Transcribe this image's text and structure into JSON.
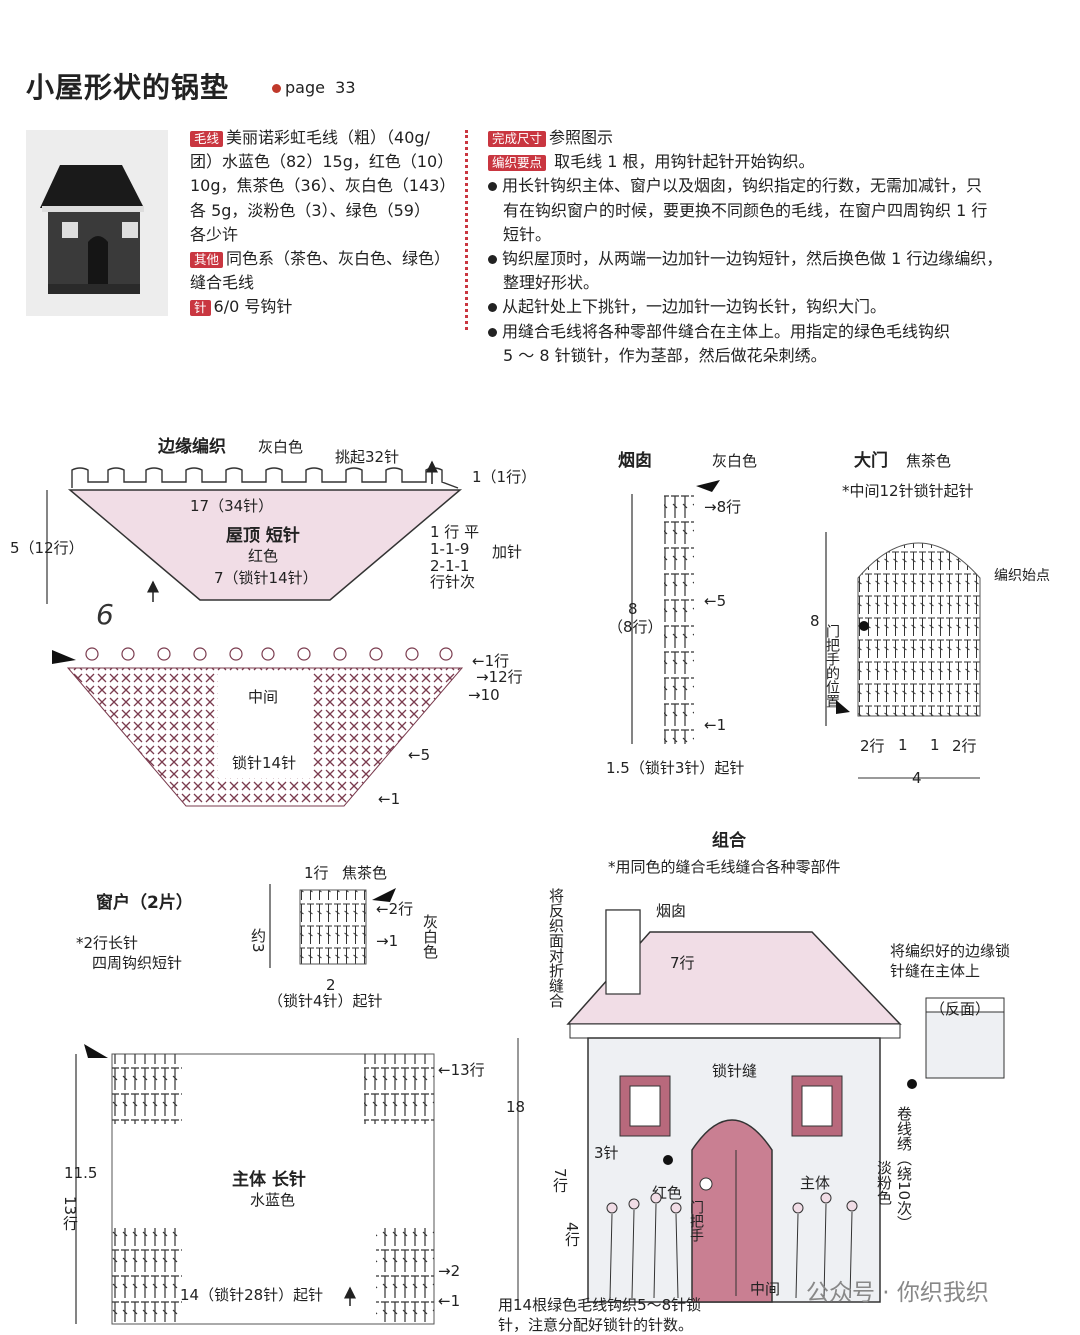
{
  "header": {
    "title": "小屋形状的锅垫",
    "page_label": "page",
    "page_number": "33"
  },
  "materials": {
    "yarn_tag": "毛线",
    "yarn_lines": [
      "美丽诺彩虹毛线（粗）（40g/",
      "团）水蓝色（82）15g，红色（10）",
      "10g，焦茶色（36）、灰白色（143）",
      "各 5g，淡粉色（3）、绿色（59）",
      "各少许"
    ],
    "other_tag": "其他",
    "other_lines": [
      "同色系（茶色、灰白色、绿色）",
      "缝合毛线"
    ],
    "hook_tag": "针",
    "hook_text": "6/0 号钩针"
  },
  "instructions": {
    "size_tag": "完成尺寸",
    "size_text": "参照图示",
    "points_tag": "编织要点",
    "points_text": "取毛线 1 根，用钩针起针开始钩织。",
    "bullets": [
      [
        "用长针钩织主体、窗户以及烟囱，钩织指定的行数，无需加减针，只",
        "有在钩织窗户的时候，要更换不同颜色的毛线，在窗户四周钩织 1 行",
        "短针。"
      ],
      [
        "钩织屋顶时，从两端一边加针一边钩短针，然后换色做 1 行边缘编织，",
        "整理好形状。"
      ],
      [
        "从起针处上下挑针，一边加针一边钩长针，钩织大门。"
      ],
      [
        "用缝合毛线将各种零部件缝合在主体上。用指定的绿色毛线钩织",
        "5 ～ 8 针锁针，作为茎部，然后做花朵刺绣。"
      ]
    ]
  },
  "roof": {
    "edge_title": "边缘编织",
    "edge_color": "灰白色",
    "pickup": "挑起32针",
    "row1": "1（1行）",
    "count17": "17（34针）",
    "name": "屋顶 短针",
    "color": "红色",
    "base": "7（锁针14针）",
    "height": "5（12行）",
    "inc": [
      "1 行 平",
      "1-1-9",
      "2-1-1"
    ],
    "inc_label": "加针",
    "inc_unit": "行针次",
    "symbol_center": "中间",
    "symbol_base": "锁针14针",
    "arrow_labels": [
      "←1行",
      "→12行",
      "→10",
      "←5",
      "←1"
    ],
    "handwrite": "6"
  },
  "chimney": {
    "title": "烟囱",
    "color": "灰白色",
    "r8": "→8行",
    "r5": "←5",
    "r1": "←1",
    "h": "8",
    "hrows": "（8行）",
    "base": "1.5（锁针3针）起针"
  },
  "door": {
    "title": "大门",
    "color": "焦茶色",
    "note": "*中间12针锁针起针",
    "start": "编织始点",
    "h": "8",
    "handle": "门把手的位置",
    "bottom": [
      "2行",
      "1",
      "1",
      "2行"
    ],
    "w": "4"
  },
  "window": {
    "title": "窗户（2片）",
    "note1": "*2行长针",
    "note2": "四周钩织短针",
    "r1": "1行",
    "color1": "焦茶色",
    "r2": "←2行",
    "r1b": "→1",
    "color2": "灰白色",
    "h": "约3",
    "w": "2",
    "base": "（锁针4针）起针"
  },
  "body": {
    "name": "主体 长针",
    "color": "水蓝色",
    "r13": "←13行",
    "r2": "→2",
    "r1": "←1",
    "h1": "11.5",
    "h2": "13行",
    "base": "14（锁针28针）起针"
  },
  "assembly": {
    "title": "组合",
    "note": "*用同色的缝合毛线缝合各种零部件",
    "fold": "将反织面对折缝合",
    "chimney": "烟囱",
    "r7a": "7行",
    "edge": [
      "将编织好的边缘锁",
      "针缝在主体上"
    ],
    "back": "（反面）",
    "chain": "锁针缝",
    "h18": "18",
    "s3": "3针",
    "r7": "7行",
    "r4": "4行",
    "red": "红色",
    "handle": "门把手",
    "body": "主体",
    "pink": "淡粉色",
    "roll": "卷线绣（绕10次）",
    "mid": "中间",
    "stem1": "用14根绿色毛线钩织5～8针锁",
    "stem2": "针，注意分配好锁针的针数。"
  },
  "watermark": "公众号 · 你织我织"
}
